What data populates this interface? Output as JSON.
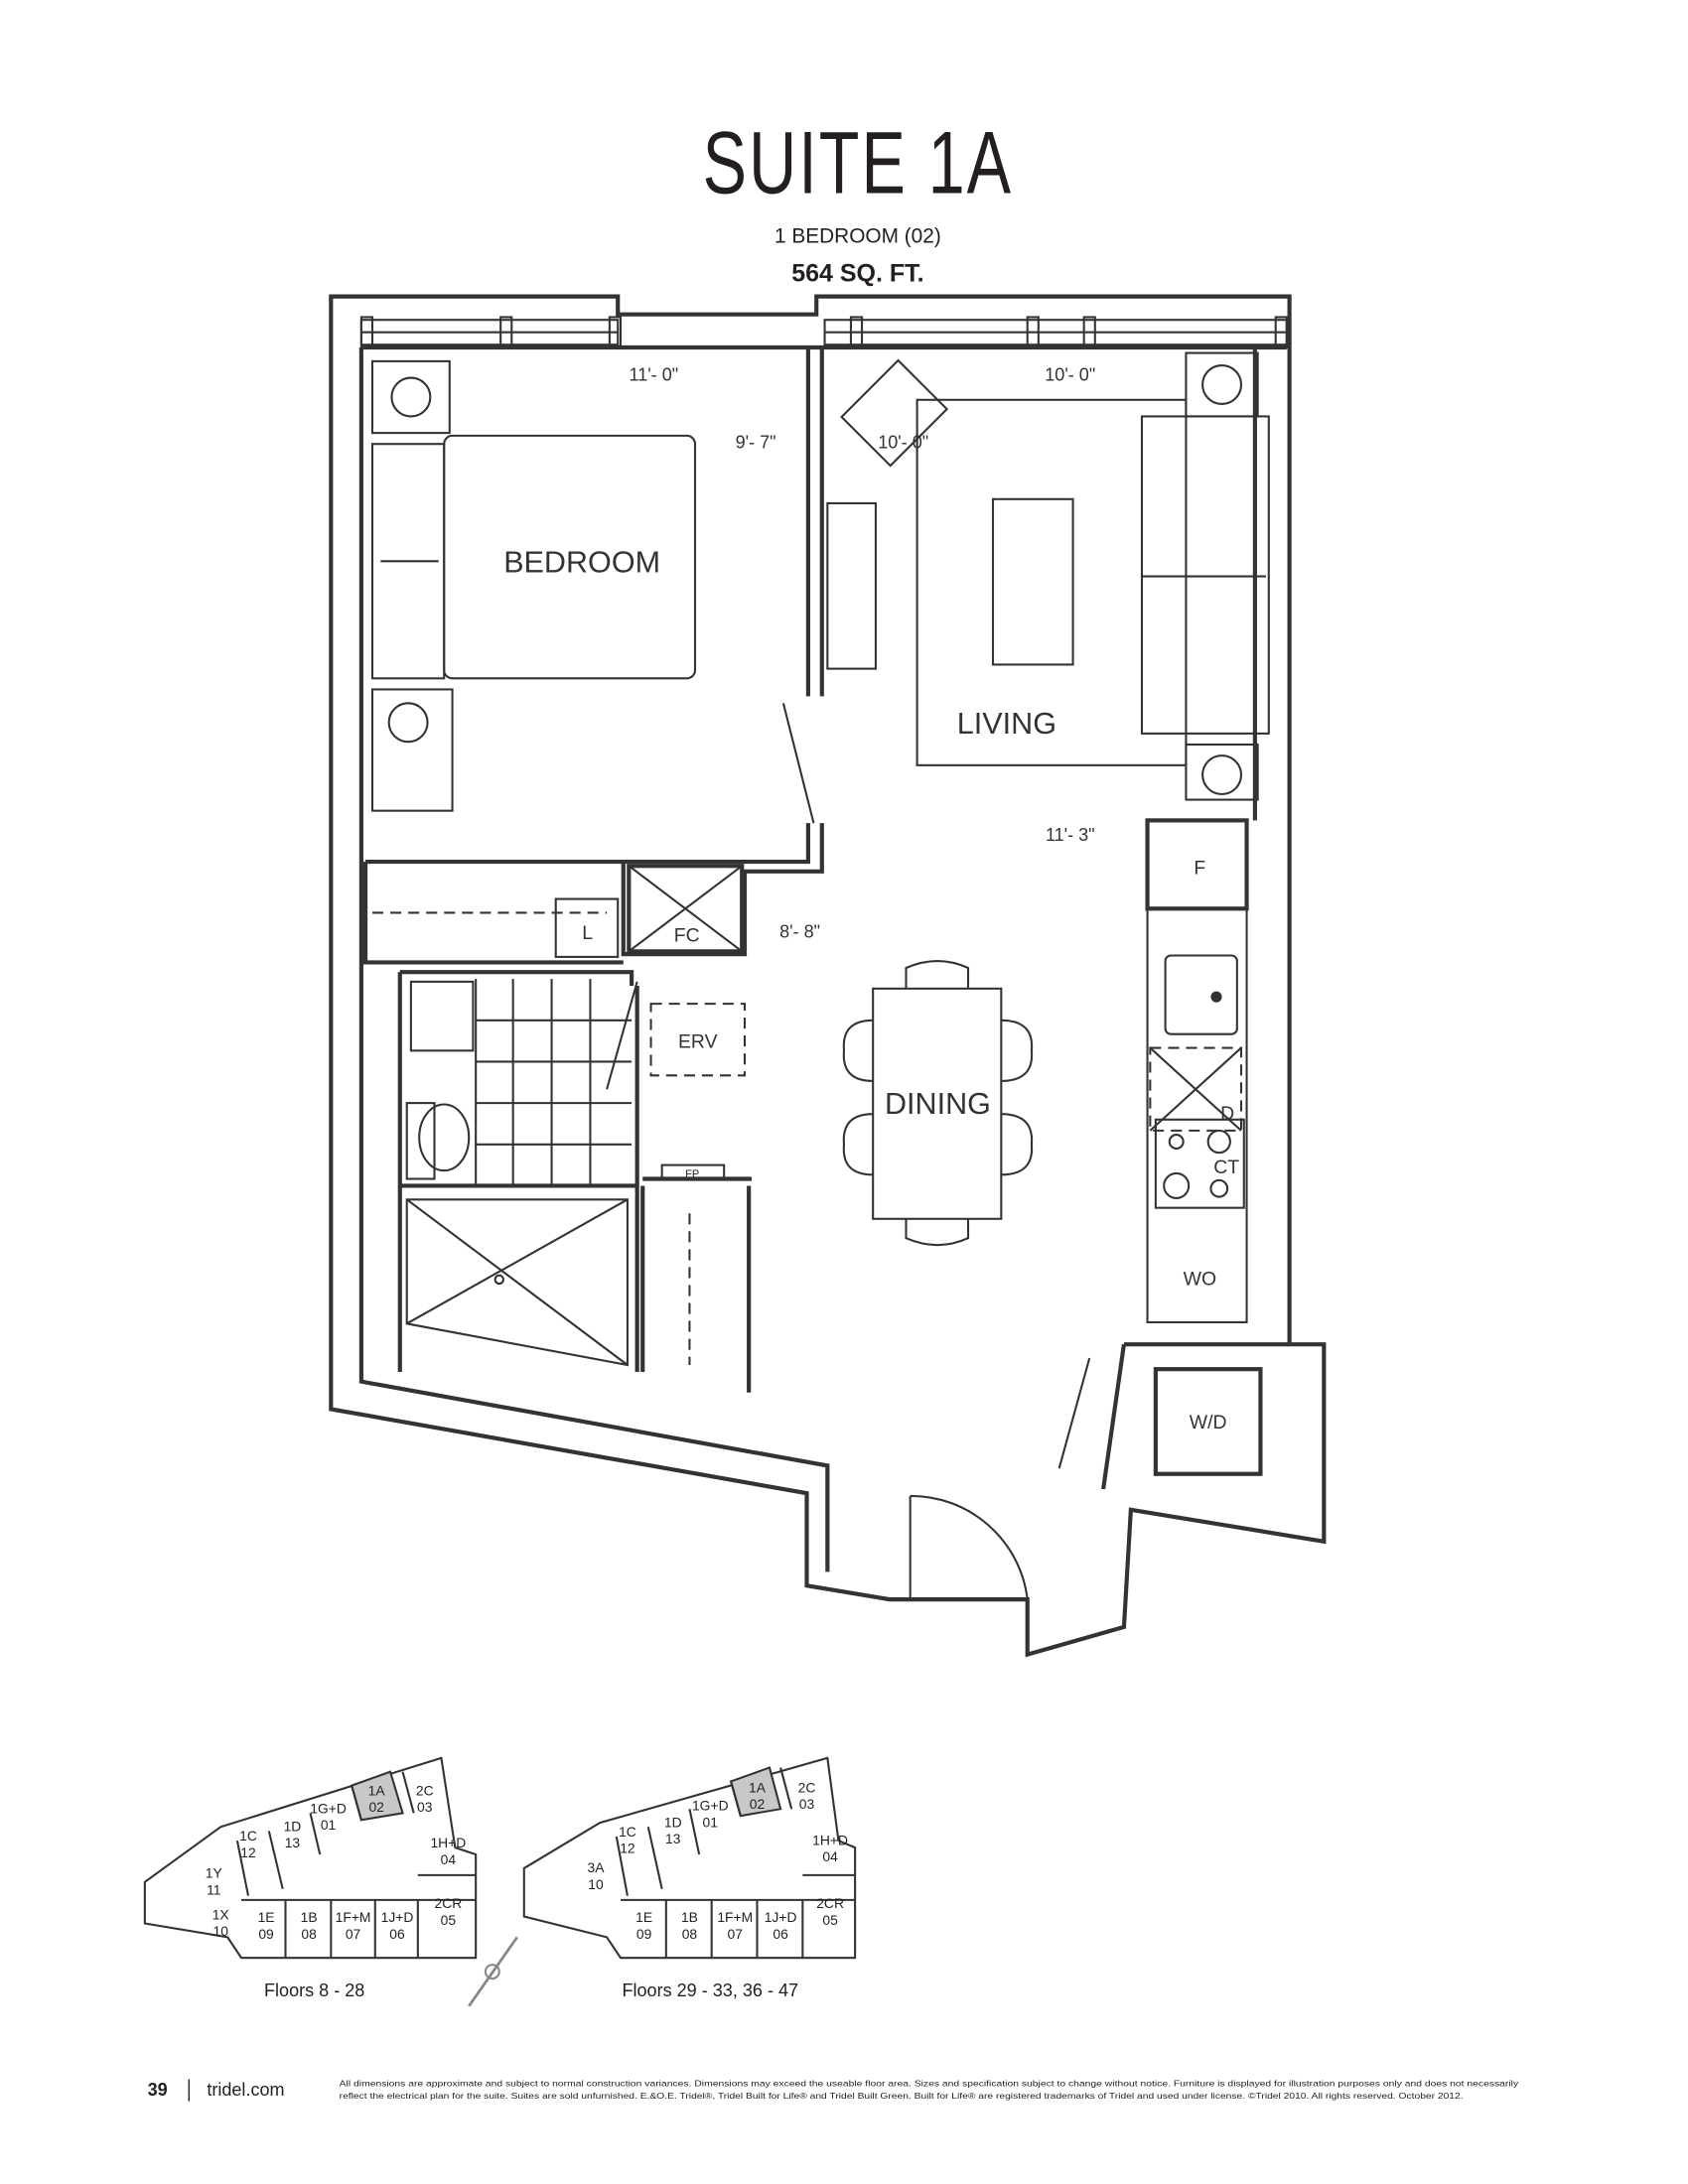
{
  "header": {
    "title": "SUITE 1A",
    "subtitle": "1 BEDROOM (02)",
    "area": "564 SQ. FT."
  },
  "plan": {
    "rooms": {
      "bedroom": "BEDROOM",
      "living": "LIVING",
      "dining": "DINING"
    },
    "fixtures": {
      "erv": "ERV",
      "fc": "FC",
      "linen": "L",
      "fridge": "F",
      "dishwasher": "D",
      "cooktop": "CT",
      "wall_oven": "WO",
      "washer_dryer": "W/D",
      "fp": "FP"
    },
    "dimensions": {
      "bedroom_width": "11'- 0\"",
      "bedroom_depth": "9'- 7\"",
      "living_width": "10'- 0\"",
      "living_depth": "10'- 0\"",
      "kitchen": "11'- 3\"",
      "dining": "8'- 8\""
    }
  },
  "keyplans": [
    {
      "caption": "Floors 8 - 28",
      "units": [
        {
          "code": "1C",
          "num": "12"
        },
        {
          "code": "1D",
          "num": "13"
        },
        {
          "code": "1G+D",
          "num": "01"
        },
        {
          "code": "1A",
          "num": "02"
        },
        {
          "code": "2C",
          "num": "03"
        },
        {
          "code": "1H+D",
          "num": "04"
        },
        {
          "code": "1Y",
          "num": "11"
        },
        {
          "code": "1X",
          "num": "10"
        },
        {
          "code": "1E",
          "num": "09"
        },
        {
          "code": "1B",
          "num": "08"
        },
        {
          "code": "1F+M",
          "num": "07"
        },
        {
          "code": "1J+D",
          "num": "06"
        },
        {
          "code": "2CR",
          "num": "05"
        }
      ]
    },
    {
      "caption": "Floors 29 - 33, 36 - 47",
      "units": [
        {
          "code": "1C",
          "num": "12"
        },
        {
          "code": "1D",
          "num": "13"
        },
        {
          "code": "1G+D",
          "num": "01"
        },
        {
          "code": "1A",
          "num": "02"
        },
        {
          "code": "2C",
          "num": "03"
        },
        {
          "code": "1H+D",
          "num": "04"
        },
        {
          "code": "3A",
          "num": "10"
        },
        {
          "code": "1E",
          "num": "09"
        },
        {
          "code": "1B",
          "num": "08"
        },
        {
          "code": "1F+M",
          "num": "07"
        },
        {
          "code": "1J+D",
          "num": "06"
        },
        {
          "code": "2CR",
          "num": "05"
        }
      ]
    }
  ],
  "colors": {
    "highlight": "#c8c8c8",
    "ink": "#231f20"
  },
  "footer": {
    "page": "39",
    "site": "tridel.com",
    "disclaimer_1": "All dimensions are approximate and subject to normal construction variances. Dimensions may exceed the useable floor area. Sizes and specification subject to change without notice. Furniture is displayed for illustration purposes only and does not necessarily",
    "disclaimer_2": "reflect the electrical plan for the suite. Suites are sold unfurnished. E.&O.E. Tridel®, Tridel Built for Life® and Tridel Built Green. Built for Life® are registered trademarks of Tridel and used under license. ©Tridel 2010. All rights reserved. October 2012."
  }
}
